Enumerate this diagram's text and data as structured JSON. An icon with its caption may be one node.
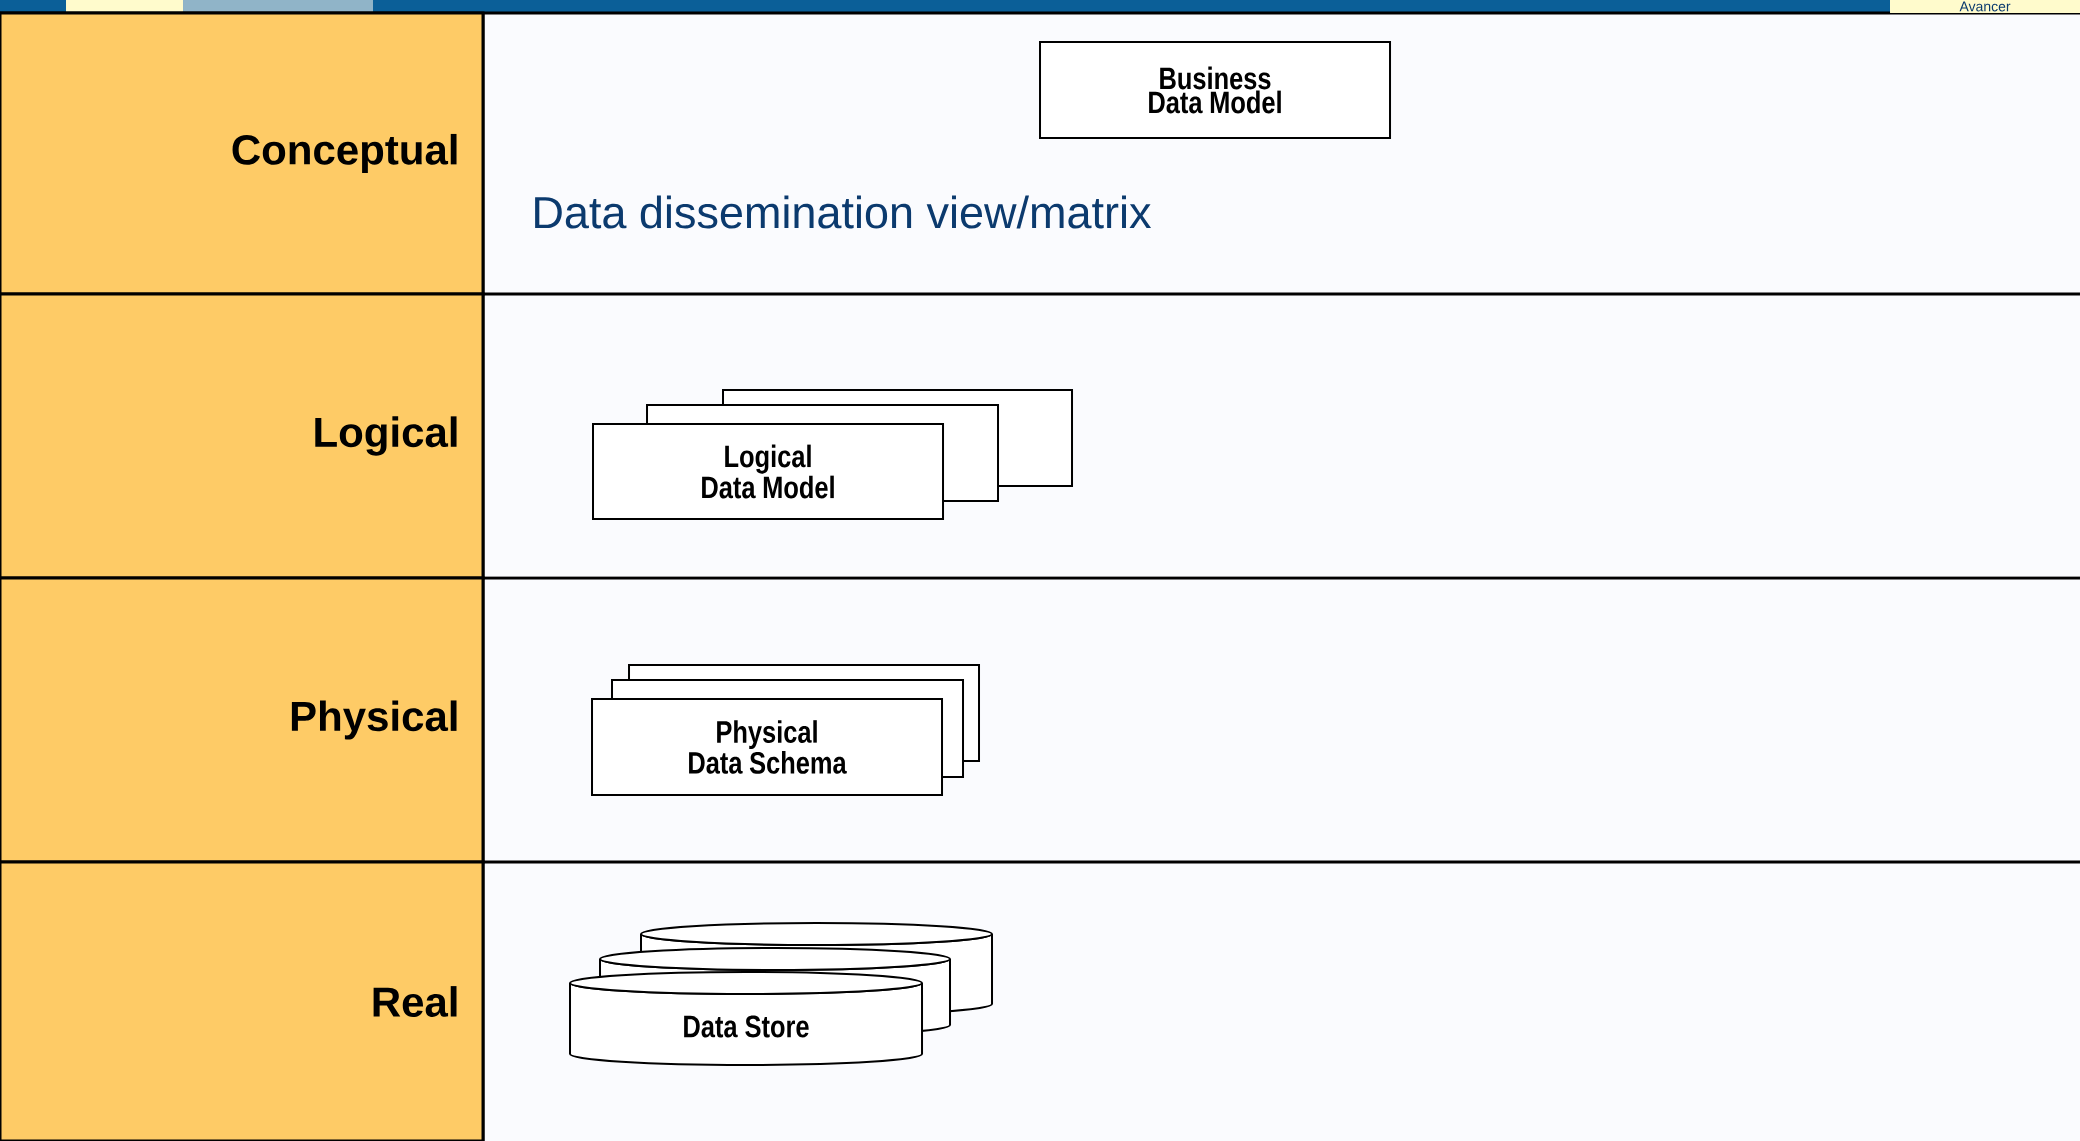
{
  "diagram": {
    "nodes": [
      {
        "text": [
          "Conceptual"
        ]
      },
      {
        "text": [
          "Logical"
        ]
      },
      {
        "text": [
          "Physical"
        ]
      },
      {
        "text": [
          "Real"
        ]
      },
      {
        "text": [
          "Business Data Model"
        ]
      },
      {
        "text": [
          "Logical Data Model"
        ]
      },
      {
        "text": [
          "Physical Data Schema"
        ]
      },
      {
        "text": [
          "Data Store"
        ]
      }
    ],
    "labels": [
      "Data dissemination view/matrix",
      "Avancer"
    ]
  }
}
